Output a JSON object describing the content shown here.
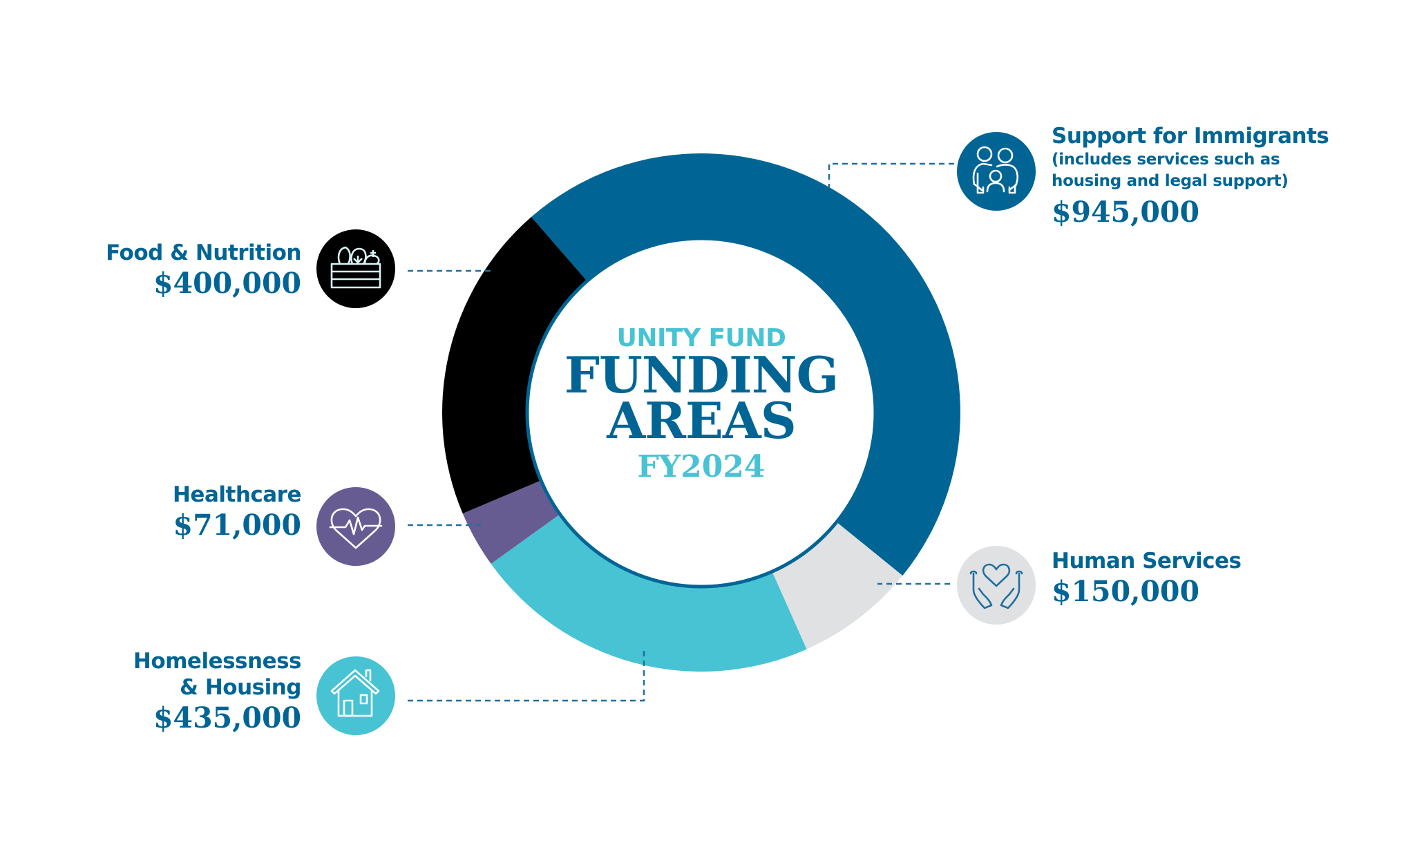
{
  "center": {
    "subtitle": "UNITY FUND",
    "title_line1": "FUNDING",
    "title_line2": "AREAS",
    "year": "FY2024"
  },
  "areas": [
    {
      "key": "immigrants",
      "name": "Support for Immigrants",
      "note_line1": "(includes services such as",
      "note_line2": "housing and legal support)",
      "amount": "$945,000",
      "value": 945000,
      "color": "#006595",
      "icon": "family-icon"
    },
    {
      "key": "human_services",
      "name": "Human Services",
      "amount": "$150,000",
      "value": 150000,
      "color": "#e0e1e3",
      "icon": "hands-heart-icon"
    },
    {
      "key": "homelessness",
      "name_line1": "Homelessness",
      "name_line2": "& Housing",
      "amount": "$435,000",
      "value": 435000,
      "color": "#47c3d3",
      "icon": "house-icon"
    },
    {
      "key": "healthcare",
      "name": "Healthcare",
      "amount": "$71,000",
      "value": 71000,
      "color": "#675c92",
      "icon": "heart-pulse-icon"
    },
    {
      "key": "food",
      "name": "Food & Nutrition",
      "amount": "$400,000",
      "value": 400000,
      "color": "#000000",
      "icon": "produce-crate-icon"
    }
  ],
  "colors": {
    "text_primary": "#006595",
    "accent_cyan": "#47c3d3",
    "connector": "#1f6f9f"
  },
  "chart_data": {
    "type": "pie",
    "variant": "donut",
    "title": "UNITY FUND FUNDING AREAS FY2024",
    "categories": [
      "Support for Immigrants",
      "Human Services",
      "Homelessness & Housing",
      "Healthcare",
      "Food & Nutrition"
    ],
    "values": [
      945000,
      150000,
      435000,
      71000,
      400000
    ],
    "value_labels": [
      "$945,000",
      "$150,000",
      "$435,000",
      "$71,000",
      "$400,000"
    ],
    "colors": [
      "#006595",
      "#e0e1e3",
      "#47c3d3",
      "#675c92",
      "#000000"
    ],
    "annotations": [
      "Support for Immigrants (includes services such as housing and legal support)"
    ],
    "legend": "callout labels with icons around donut"
  }
}
